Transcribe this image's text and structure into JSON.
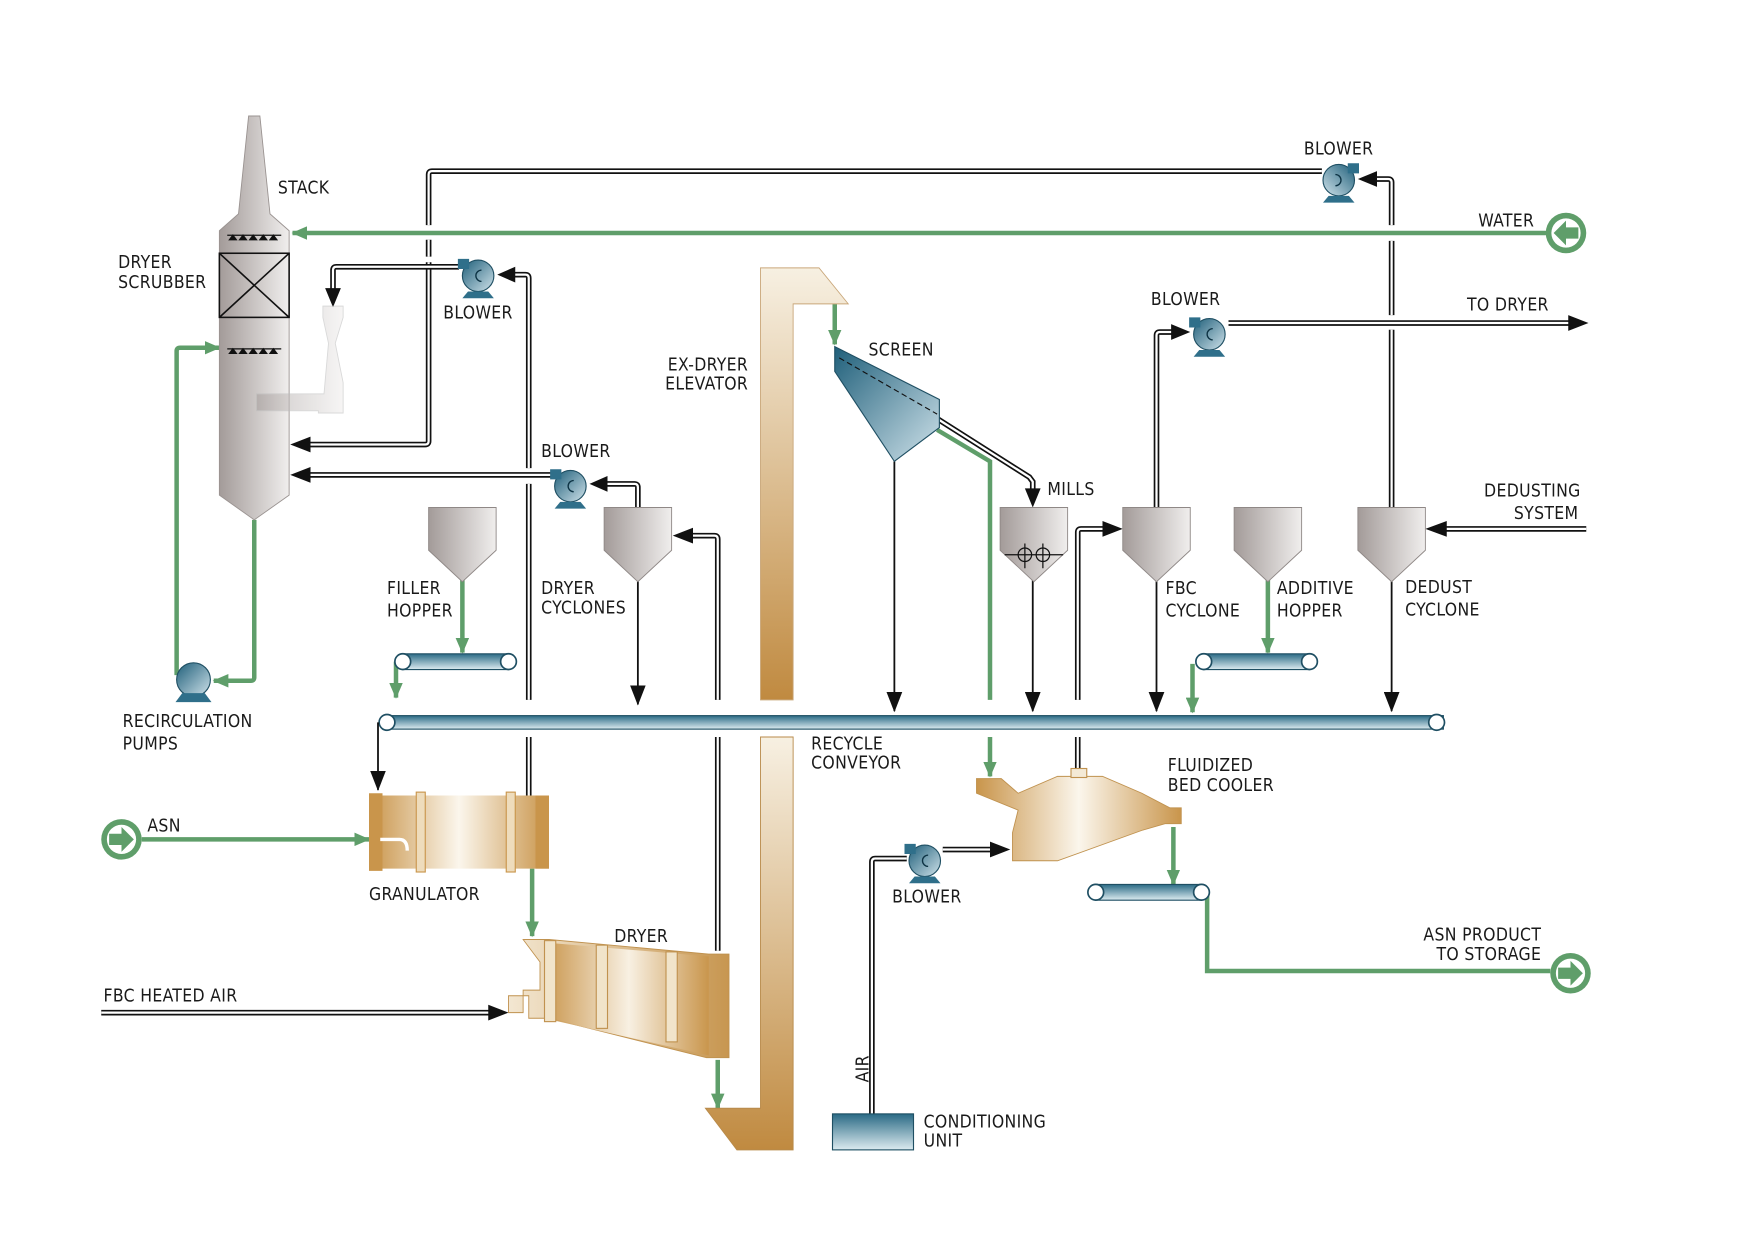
{
  "colors": {
    "green_flow": "#5f9e6a",
    "pipe": "#111111",
    "equipment_gray": "#b0a8a6",
    "equipment_blue": "#2f6f8a",
    "equipment_tan": "#c8954a"
  },
  "labels": {
    "stack": [
      "STACK"
    ],
    "dryer_scrubber": [
      "DRYER",
      "SCRUBBER"
    ],
    "blower_top_left": [
      "BLOWER"
    ],
    "blower_mid_left": [
      "BLOWER"
    ],
    "blower_top_right": [
      "BLOWER"
    ],
    "blower_fbc": [
      "BLOWER"
    ],
    "blower_cooler": [
      "BLOWER"
    ],
    "water": [
      "WATER"
    ],
    "to_dryer": [
      "TO DRYER"
    ],
    "ex_dryer_elevator": [
      "EX-DRYER",
      "ELEVATOR"
    ],
    "screen": [
      "SCREEN"
    ],
    "mills": [
      "MILLS"
    ],
    "dedusting_system": [
      "DEDUSTING",
      "SYSTEM"
    ],
    "filler_hopper": [
      "FILLER",
      "HOPPER"
    ],
    "dryer_cyclones": [
      "DRYER",
      "CYCLONES"
    ],
    "fbc_cyclone": [
      "FBC",
      "CYCLONE"
    ],
    "additive_hopper": [
      "ADDITIVE",
      "HOPPER"
    ],
    "dedust_cyclone": [
      "DEDUST",
      "CYCLONE"
    ],
    "recirculation_pumps": [
      "RECIRCULATION",
      "PUMPS"
    ],
    "recycle_conveyor": [
      "RECYCLE",
      "CONVEYOR"
    ],
    "fluidized_bed_cooler": [
      "FLUIDIZED",
      "BED COOLER"
    ],
    "asn": [
      "ASN"
    ],
    "granulator": [
      "GRANULATOR"
    ],
    "dryer": [
      "DRYER"
    ],
    "fbc_heated_air": [
      "FBC HEATED AIR"
    ],
    "asn_product": [
      "ASN PRODUCT",
      "TO STORAGE"
    ],
    "air": [
      "AIR"
    ],
    "conditioning_unit": [
      "CONDITIONING",
      "UNIT"
    ]
  },
  "icons": {
    "blower": "centrifugal-blower-icon",
    "pump": "recirculation-pump-icon",
    "inlet": "inlet-arrow-circle-icon",
    "outlet": "outlet-arrow-circle-icon"
  }
}
